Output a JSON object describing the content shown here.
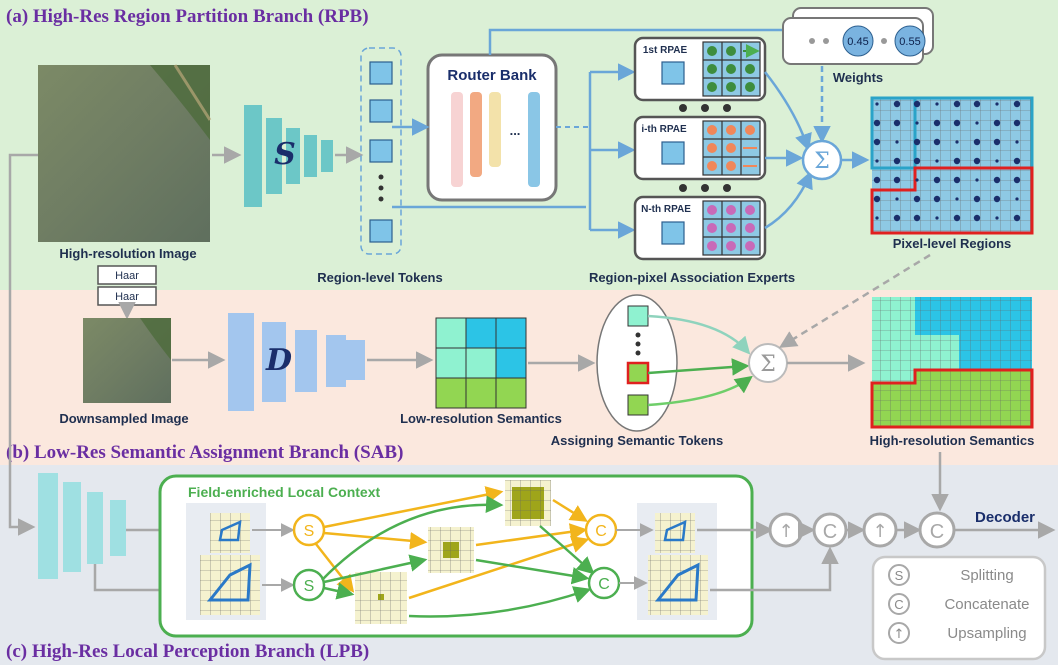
{
  "sections": {
    "rpb_title": "(a) High-Res Region Partition Branch (RPB)",
    "sab_title": "(b) Low-Res Semantic Assignment Branch (SAB)",
    "lpb_title": "(c) High-Res Local Perception Branch (LPB)"
  },
  "rpb": {
    "input_label": "High-resolution Image",
    "encoder_symbol": "S",
    "tokens_label": "Region-level Tokens",
    "router_label": "Router Bank",
    "router_ellipsis": "...",
    "experts": [
      "1st RPAE",
      "i-th RPAE",
      "N-th RPAE"
    ],
    "experts_label": "Region-pixel  Association Experts",
    "weights": [
      "0.45",
      "0.55"
    ],
    "weights_label": "Weights",
    "sum_symbol": "Σ",
    "regions_label": "Pixel-level Regions"
  },
  "sab": {
    "haar": [
      "Haar",
      "Haar"
    ],
    "input_label": "Downsampled Image",
    "encoder_symbol": "D",
    "low_res_label": "Low-resolution Semantics",
    "assign_label": "Assigning Semantic Tokens",
    "sum_symbol": "Σ",
    "high_res_label": "High-resolution Semantics"
  },
  "lpb": {
    "context_label": "Field-enriched Local Context",
    "split_symbol": "S",
    "concat_symbol": "C",
    "decoder_label": "Decoder",
    "legend": [
      {
        "symbol": "S",
        "text": "Splitting"
      },
      {
        "symbol": "C",
        "text": "Concatenate"
      },
      {
        "symbol": "↑",
        "text": "Upsampling"
      }
    ]
  },
  "colors": {
    "rpb_bg": "#dbf0d6",
    "sab_bg": "#fbe8de",
    "lpb_bg": "#e4e8ee",
    "title_purple": "#6a2ea2",
    "arrow_blue": "#6aa6d8",
    "arrow_gray": "#a8a8a8",
    "green": "#4caf50",
    "yellow": "#f2b51c",
    "region_red": "#e0201f",
    "cyan_region": "#2cc4e6"
  }
}
